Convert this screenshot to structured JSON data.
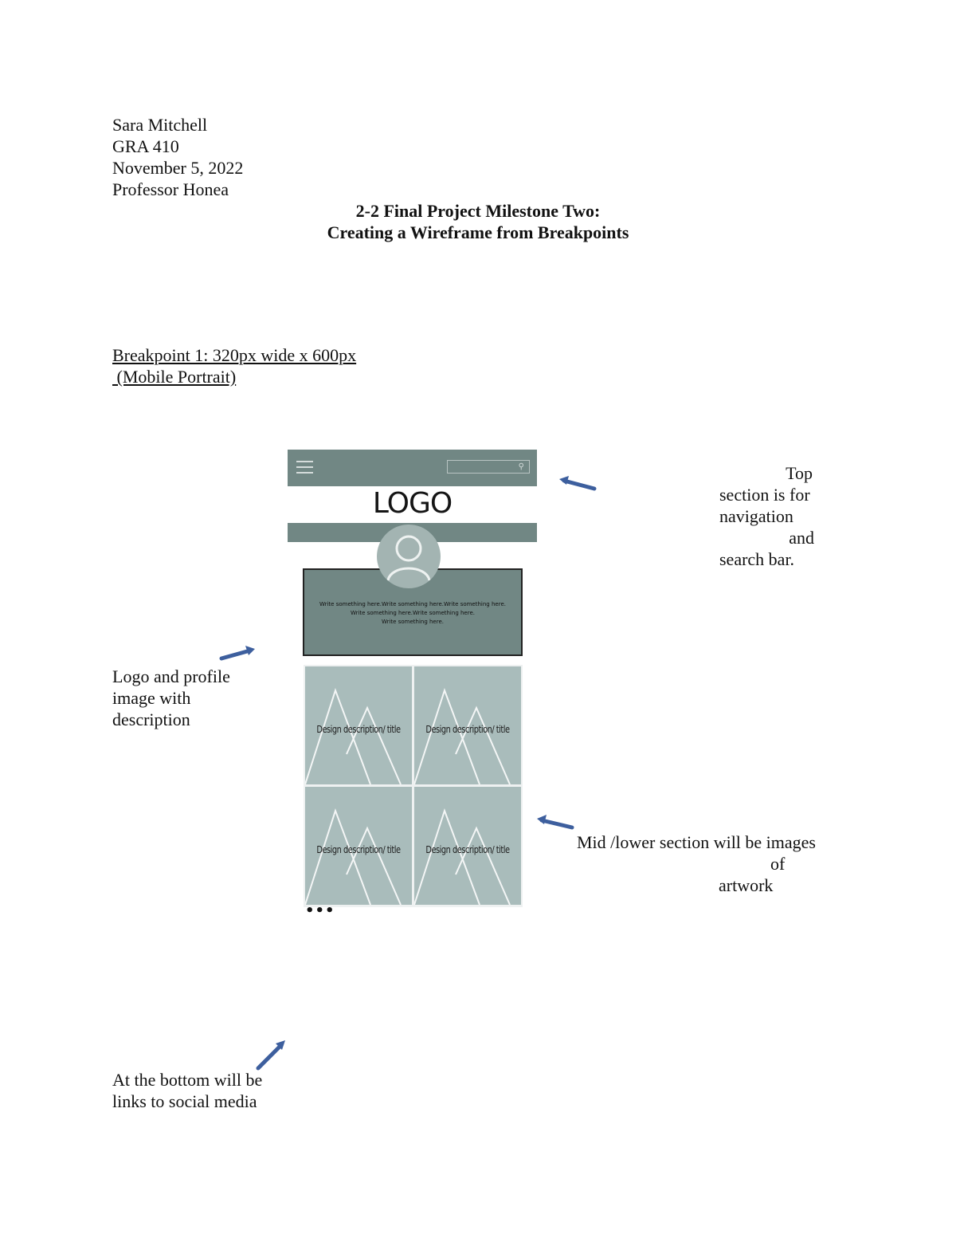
{
  "header": {
    "author": "Sara Mitchell",
    "course": "GRA 410",
    "date": "November 5, 2022",
    "professor": "Professor Honea"
  },
  "title": {
    "line1": "2-2 Final Project Milestone Two:",
    "line2": "Creating a Wireframe from Breakpoints"
  },
  "breakpoint": {
    "line1": "Breakpoint 1: 320px wide x 600px",
    "line2": " (Mobile Portrait)"
  },
  "wireframe": {
    "logo": "LOGO",
    "description_lines": [
      "Write something here.Write something here.Write something here.",
      "Write something here.Write something here.",
      "Write something here."
    ],
    "tiles": [
      "Design description/ title",
      "Design description/ title",
      "Design description/ title",
      "Design description/ title"
    ],
    "more": "•••",
    "icons": [
      "hamburger-menu-icon",
      "search-icon",
      "profile-avatar-icon"
    ],
    "colors": {
      "nav": "#718784",
      "tile": "#a9bcbb",
      "avatar": "#a3b4b2",
      "arrow": "#3d5f9e"
    }
  },
  "annotations": {
    "top": [
      "Top",
      "section is for",
      "navigation",
      "and",
      "search bar."
    ],
    "logo": [
      "Logo and profile",
      "image with",
      "description"
    ],
    "mid": [
      "Mid /lower section will be images",
      "of",
      "artwork"
    ],
    "bottom": [
      "At the bottom will be",
      "links to social media"
    ]
  }
}
